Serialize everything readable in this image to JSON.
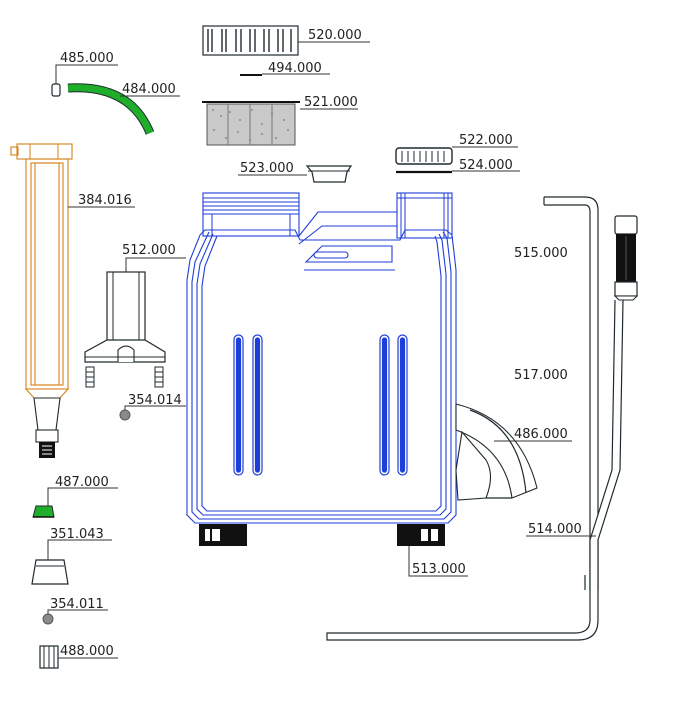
{
  "labels": {
    "p520": "520.000",
    "p494": "494.000",
    "p521": "521.000",
    "p485": "485.000",
    "p484": "484.000",
    "p522": "522.000",
    "p524": "524.000",
    "p523": "523.000",
    "p384": "384.016",
    "p515": "515.000",
    "p512": "512.000",
    "p517": "517.000",
    "p354_014": "354.014",
    "p486": "486.000",
    "p487": "487.000",
    "p514": "514.000",
    "p351": "351.043",
    "p513": "513.000",
    "p354_011": "354.011",
    "p488": "488.000"
  },
  "colors": {
    "tank_outline": "#1e3ed8",
    "pump_cylinder": "#d4821a",
    "hose_and_cap": "#1fae2a",
    "line": "#1f2a2e"
  }
}
